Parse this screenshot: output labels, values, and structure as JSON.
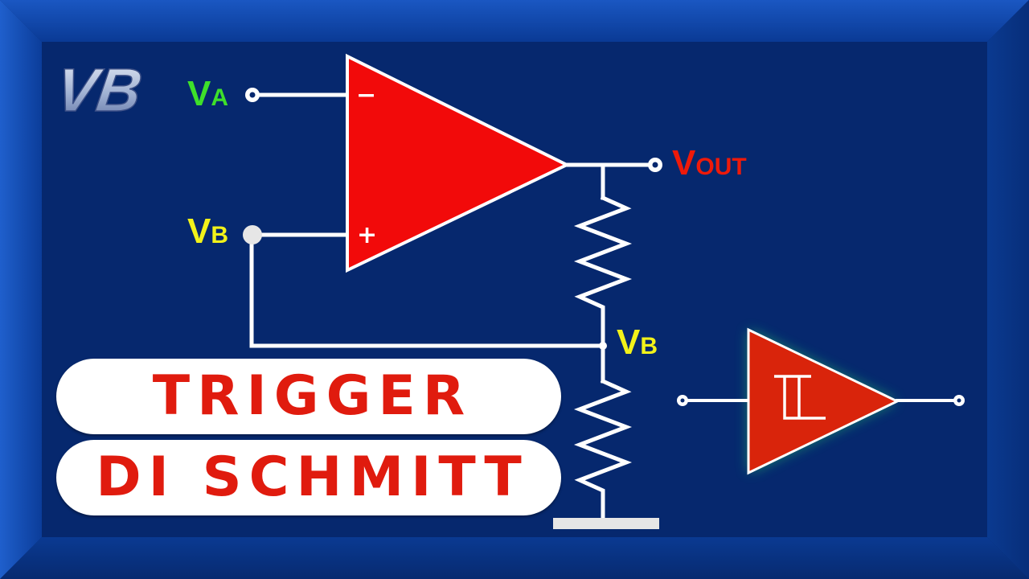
{
  "logo": "VB",
  "labels": {
    "va_main": "V",
    "va_sub": "A",
    "vb_main": "V",
    "vb_sub": "B",
    "vb2_main": "V",
    "vb2_sub": "B",
    "vout_main": "V",
    "vout_sub": "OUT",
    "minus": "−",
    "plus": "+"
  },
  "title": {
    "line1": "TRIGGER",
    "line2": "DI SCHMITT"
  },
  "colors": {
    "frame": "#0a3d99",
    "background": "#06286e",
    "opamp": "#f20a0a",
    "schmitt_symbol": "#d9240b",
    "wire": "#ffffff",
    "label_green": "#3ee02a",
    "label_yellow": "#f2f21a",
    "label_red": "#ee1a0a",
    "title_text": "#e01b0e"
  },
  "icons": {
    "schmitt_symbol": "hysteresis-loop-icon",
    "ground": "ground-icon"
  }
}
